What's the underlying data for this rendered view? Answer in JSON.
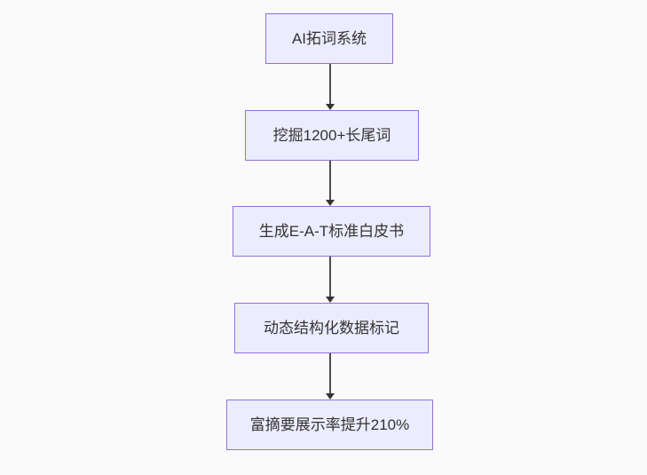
{
  "diagram": {
    "type": "flowchart",
    "direction": "top-down",
    "nodes": [
      {
        "id": "n1",
        "label": "AI拓词系统"
      },
      {
        "id": "n2",
        "label": "挖掘1200+长尾词"
      },
      {
        "id": "n3",
        "label": "生成E-A-T标准白皮书"
      },
      {
        "id": "n4",
        "label": "动态结构化数据标记"
      },
      {
        "id": "n5",
        "label": "富摘要展示率提升210%"
      }
    ],
    "edges": [
      {
        "from": "AI拓词系统",
        "to": "挖掘1200+长尾词"
      },
      {
        "from": "挖掘1200+长尾词",
        "to": "生成E-A-T标准白皮书"
      },
      {
        "from": "生成E-A-T标准白皮书",
        "to": "动态结构化数据标记"
      },
      {
        "from": "动态结构化数据标记",
        "to": "富摘要展示率提升210%"
      }
    ],
    "colors": {
      "background": "#fafafa",
      "node_fill": "#ececff",
      "node_border": "#9370db",
      "node_text": "#333333",
      "edge_line": "#4d4d4d",
      "arrowhead": "#333333"
    }
  }
}
